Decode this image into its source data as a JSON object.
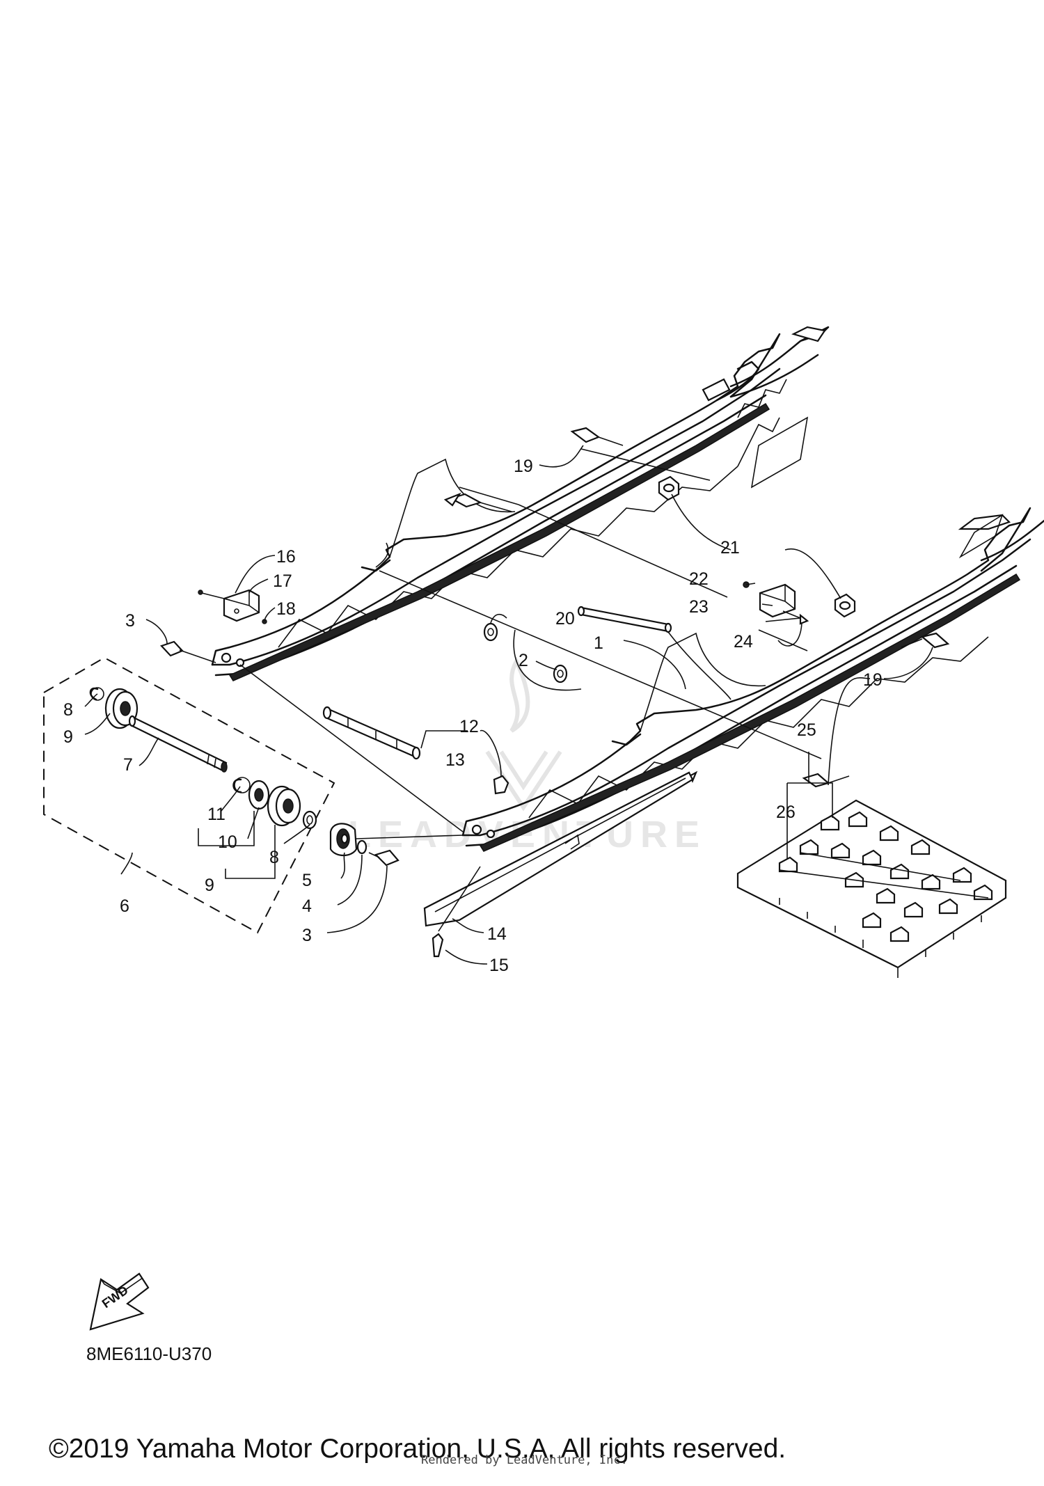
{
  "diagram": {
    "callouts": [
      {
        "id": "1",
        "text": "1"
      },
      {
        "id": "2",
        "text": "2"
      },
      {
        "id": "3a",
        "text": "3"
      },
      {
        "id": "3b",
        "text": "3"
      },
      {
        "id": "4",
        "text": "4"
      },
      {
        "id": "5",
        "text": "5"
      },
      {
        "id": "6",
        "text": "6"
      },
      {
        "id": "7",
        "text": "7"
      },
      {
        "id": "8a",
        "text": "8"
      },
      {
        "id": "8b",
        "text": "8"
      },
      {
        "id": "9a",
        "text": "9"
      },
      {
        "id": "9b",
        "text": "9"
      },
      {
        "id": "10",
        "text": "10"
      },
      {
        "id": "11",
        "text": "11"
      },
      {
        "id": "12",
        "text": "12"
      },
      {
        "id": "13",
        "text": "13"
      },
      {
        "id": "14",
        "text": "14"
      },
      {
        "id": "15",
        "text": "15"
      },
      {
        "id": "16",
        "text": "16"
      },
      {
        "id": "17",
        "text": "17"
      },
      {
        "id": "18",
        "text": "18"
      },
      {
        "id": "19a",
        "text": "19"
      },
      {
        "id": "19b",
        "text": "19"
      },
      {
        "id": "20",
        "text": "20"
      },
      {
        "id": "21",
        "text": "21"
      },
      {
        "id": "22",
        "text": "22"
      },
      {
        "id": "23",
        "text": "23"
      },
      {
        "id": "24",
        "text": "24"
      },
      {
        "id": "25",
        "text": "25"
      },
      {
        "id": "26",
        "text": "26"
      }
    ],
    "fwd_label": "FWD",
    "part_code": "8ME6110-U370",
    "watermark": "LEADVENTURE",
    "copyright": "©2019 Yamaha Motor Corporation, U.S.A. All rights reserved.",
    "rendered_by": "Rendered by LeadVenture, Inc."
  }
}
